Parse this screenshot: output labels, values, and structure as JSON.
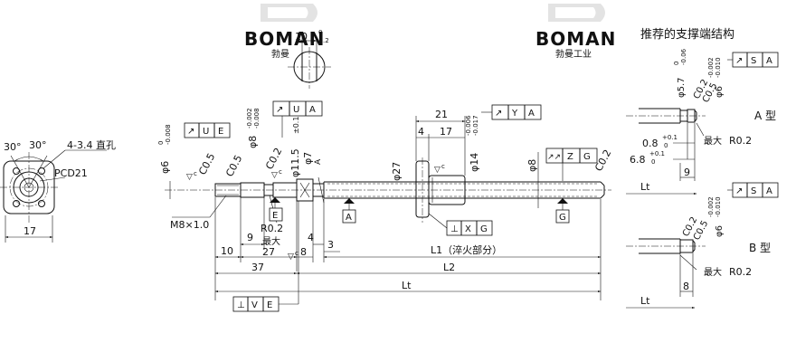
{
  "watermark": {
    "brand": "BOMAN",
    "brand_cn_left": "勃曼",
    "brand_cn_right": "勃曼工业"
  },
  "flange_view": {
    "angle_left": "30°",
    "angle_right": "30°",
    "holes": "4-3.4 直孔",
    "pcd": "PCD21",
    "width": "17"
  },
  "section_view": {
    "width": "10",
    "tol_top": "0",
    "tol_bottom": "-0.2"
  },
  "shaft": {
    "dia6": "φ6",
    "dia6_tol_top": "0",
    "dia6_tol_bottom": "-0.008",
    "dia8": "φ8",
    "dia8_tol_top": "-0.002",
    "dia8_tol_bottom": "-0.008",
    "dia11_5": "φ11.5",
    "dia11_5_tol": "±0.1",
    "dia7": "φ7",
    "dia27": "φ27",
    "dia14": "φ14",
    "dia14_tol_top": "-0.006",
    "dia14_tol_bottom": "-0.017",
    "dia8_right": "φ8",
    "c05a": "C0.5",
    "c05b": "C0.5",
    "c02a": "C0.2",
    "c02b": "C0.2",
    "thread": "M8×1.0",
    "r02": "R0.2",
    "max": "最大",
    "dim21": "21",
    "dim4": "4",
    "dim17": "17",
    "dim10": "10",
    "dim9": "9",
    "dim27": "27",
    "dim8": "8",
    "dim4b": "4",
    "dim3": "3",
    "dim37": "37",
    "l1": "L1（淬火部分）",
    "l2": "L2",
    "lt": "Lt"
  },
  "gdt": {
    "ue_sym": "↗",
    "ue_a": "U",
    "ue_b": "E",
    "ua_sym": "↗",
    "ua_a": "U",
    "ua_b": "A",
    "ya_sym": "↗",
    "ya_a": "Y",
    "ya_b": "A",
    "zg_sym": "↗↗",
    "zg_a": "Z",
    "zg_b": "G",
    "xg_sym": "⊥",
    "xg_a": "X",
    "xg_b": "G",
    "ve_sym": "⊥",
    "ve_a": "V",
    "ve_b": "E",
    "sa1_sym": "↗",
    "sa1_a": "S",
    "sa1_b": "A",
    "sa2_sym": "↗",
    "sa2_a": "S",
    "sa2_b": "A"
  },
  "datums": {
    "e": "E",
    "a": "A",
    "g": "G"
  },
  "roughness": {
    "sym": "▽",
    "note": "c"
  },
  "right_panel": {
    "title": "推荐的支撑端结构",
    "type_a": "A 型",
    "type_b": "B 型",
    "a_dia57": "φ5.7",
    "a_dia57_tol_top": "0",
    "a_dia57_tol_bottom": "-0.06",
    "a_c02a": "C0.2",
    "a_c05": "C0.5",
    "a_dia6": "φ6",
    "a_dia6_tol_top": "-0.002",
    "a_dia6_tol_bottom": "-0.010",
    "a_dim08": "0.8",
    "a_dim08_tol_top": "+0.1",
    "a_dim08_tol_bottom": "0",
    "a_dim68": "6.8",
    "a_dim68_tol_top": "+0.1",
    "a_dim68_tol_bottom": "0",
    "a_max": "最大",
    "a_r02": "R0.2",
    "a_dim9": "9",
    "a_lt": "Lt",
    "b_c02": "C0.2",
    "b_c05": "C0.5",
    "b_dia6": "φ6",
    "b_dia6_tol_top": "-0.002",
    "b_dia6_tol_bottom": "-0.010",
    "b_max": "最大",
    "b_r02": "R0.2",
    "b_dim8": "8",
    "b_lt": "Lt"
  }
}
